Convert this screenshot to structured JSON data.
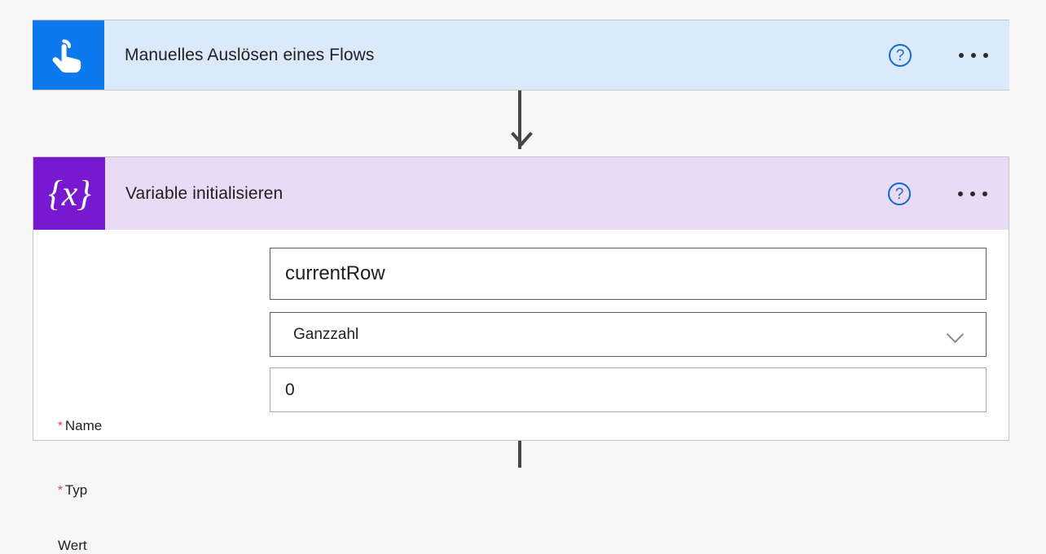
{
  "flow": {
    "background_color": "#f6f6f6",
    "trigger_card": {
      "title": "Manuelles Auslösen eines Flows",
      "icon": "tap-hand-icon",
      "icon_tile_color": "#0b78ee",
      "header_color": "#daeafb",
      "help_label": "?",
      "menu_label": "…"
    },
    "action_card": {
      "title": "Variable initialisieren",
      "icon": "variable-braces-icon",
      "icon_glyph": "{x}",
      "icon_tile_color": "#7719d1",
      "header_color": "#e9daf6",
      "help_label": "?",
      "menu_label": "…",
      "fields": [
        {
          "label": "Name",
          "required": true,
          "required_marker": "*",
          "value": "currentRow",
          "control": "text-input"
        },
        {
          "label": "Typ",
          "required": true,
          "required_marker": "*",
          "value": "Ganzzahl",
          "control": "dropdown",
          "chevron_icon": "chevron-down-icon"
        },
        {
          "label": "Wert",
          "required": false,
          "required_marker": "",
          "value": "0",
          "control": "text-input"
        }
      ]
    },
    "connectors": {
      "color": "#484644",
      "top_connector": "arrow-down",
      "bottom_connector": "line-down"
    }
  }
}
